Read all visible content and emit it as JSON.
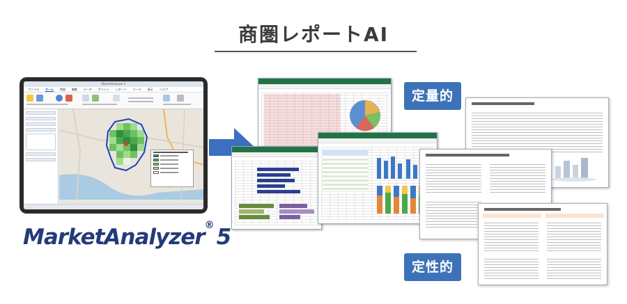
{
  "page": {
    "title": "商圏レポートAI"
  },
  "app": {
    "window_title": "MarketAnalyzer 5",
    "menu": [
      "ファイル",
      "ホーム",
      "地図",
      "編集",
      "データ",
      "ポイント",
      "レポート",
      "ツール",
      "表示",
      "ヘルプ"
    ],
    "active_menu": "ホーム"
  },
  "logo": {
    "name": "MarketAnalyzer",
    "registered": "®",
    "version": "5"
  },
  "labels": {
    "quantitative": "定量的",
    "qualitative": "定性的"
  },
  "colors": {
    "badge": "#3d72b8",
    "arrow": "#3b6fc2",
    "logo": "#243b78",
    "area_outline": "#1f3fbf",
    "grid_green_dark": "#2f8f3a",
    "grid_green_light": "#9fdc8e"
  }
}
